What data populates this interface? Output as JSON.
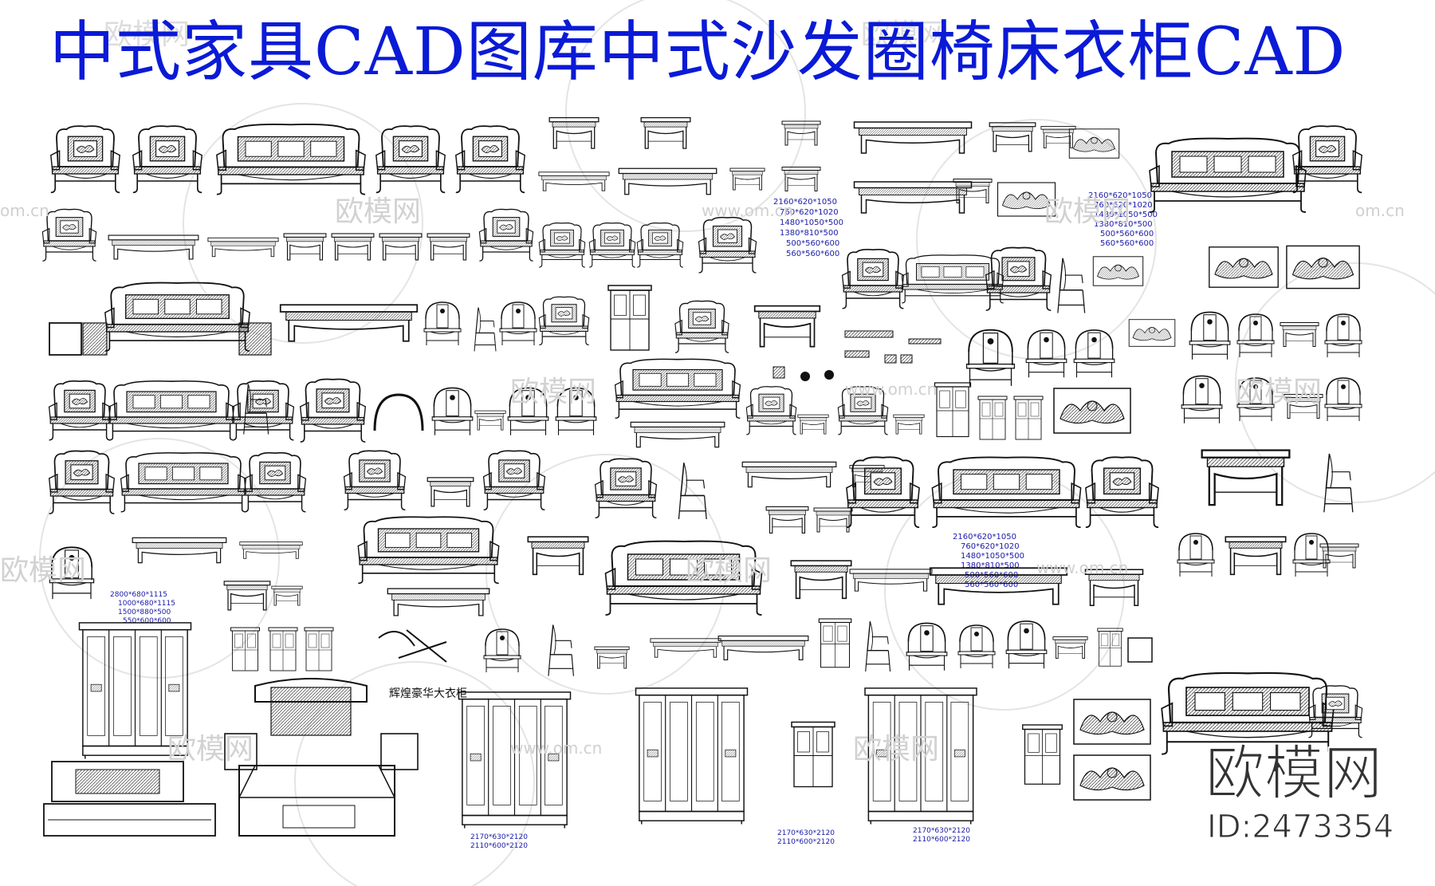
{
  "title": "中式家具CAD图库中式沙发圈椅床衣柜CAD",
  "colors": {
    "title": "#0a1ad6",
    "lines": "#111111",
    "dims": "#1a1aa8",
    "watermark": "#d6d6d6"
  },
  "watermarks": {
    "brand": "欧模网",
    "url": "www.om.cn",
    "url_short": "om.cn"
  },
  "annotations": {
    "sofa_specs_left": [
      "2160*620*1050",
      "760*620*1020",
      "1480*1050*500",
      "1380*810*500",
      "500*560*600",
      "560*560*600"
    ],
    "sofa_specs_right": [
      "2160*620*1050",
      "760*620*1020",
      "1480*1050*500",
      "1380*810*500",
      "500*560*600",
      "560*560*600"
    ],
    "table_specs": [
      "2800*680*1115",
      "1000*680*1115",
      "1500*880*500",
      "550*600*600"
    ],
    "wardrobe_caption": "辉煌豪华大衣柜",
    "wardrobe_specs_a": [
      "2170*630*2120",
      "2110*600*2120"
    ],
    "wardrobe_specs_b": [
      "2170*630*2120",
      "2110*600*2120"
    ],
    "wardrobe_specs_c": [
      "2170*630*2120",
      "2110*600*2120"
    ]
  },
  "brand": {
    "name": "欧模网",
    "id": "ID:2473354"
  }
}
